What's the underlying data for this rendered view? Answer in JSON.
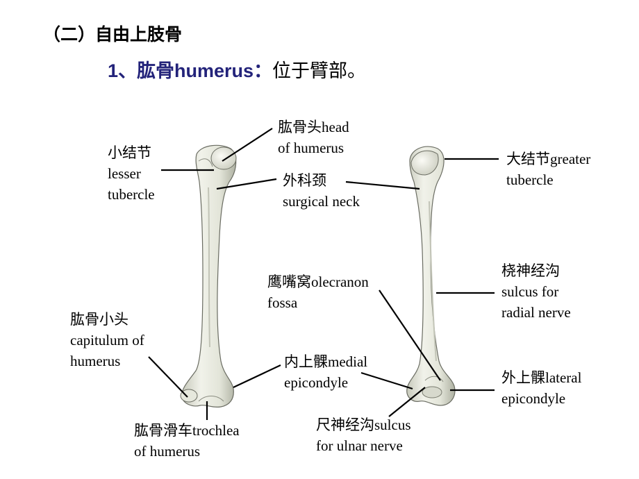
{
  "slide": {
    "heading": "（二）自由上肢骨",
    "subheading_bold": "1、肱骨humerus：",
    "subheading_normal": "位于臂部。"
  },
  "labels": {
    "head": [
      "肱骨头head",
      "of humerus"
    ],
    "lesser_tubercle": [
      "小结节",
      "lesser",
      "tubercle"
    ],
    "surgical_neck": [
      "外科颈",
      "surgical neck"
    ],
    "greater_tubercle": [
      "大结节greater",
      "tubercle"
    ],
    "radial_sulcus": [
      "桡神经沟",
      "sulcus for",
      "radial nerve"
    ],
    "olecranon_fossa": [
      "鹰嘴窝olecranon",
      "fossa"
    ],
    "capitulum": [
      "肱骨小头",
      "capitulum of",
      "humerus"
    ],
    "medial_epicondyle": [
      "内上髁medial",
      "epicondyle"
    ],
    "lateral_epicondyle": [
      "外上髁lateral",
      "epicondyle"
    ],
    "ulnar_sulcus": [
      "尺神经沟sulcus",
      "for ulnar nerve"
    ],
    "trochlea": [
      "肱骨滑车trochlea",
      "of humerus"
    ]
  },
  "colors": {
    "title_blue": "#23237a",
    "bone_fill": "#eceee4",
    "bone_shadow": "#b9bcad",
    "bone_outline": "#555555"
  }
}
